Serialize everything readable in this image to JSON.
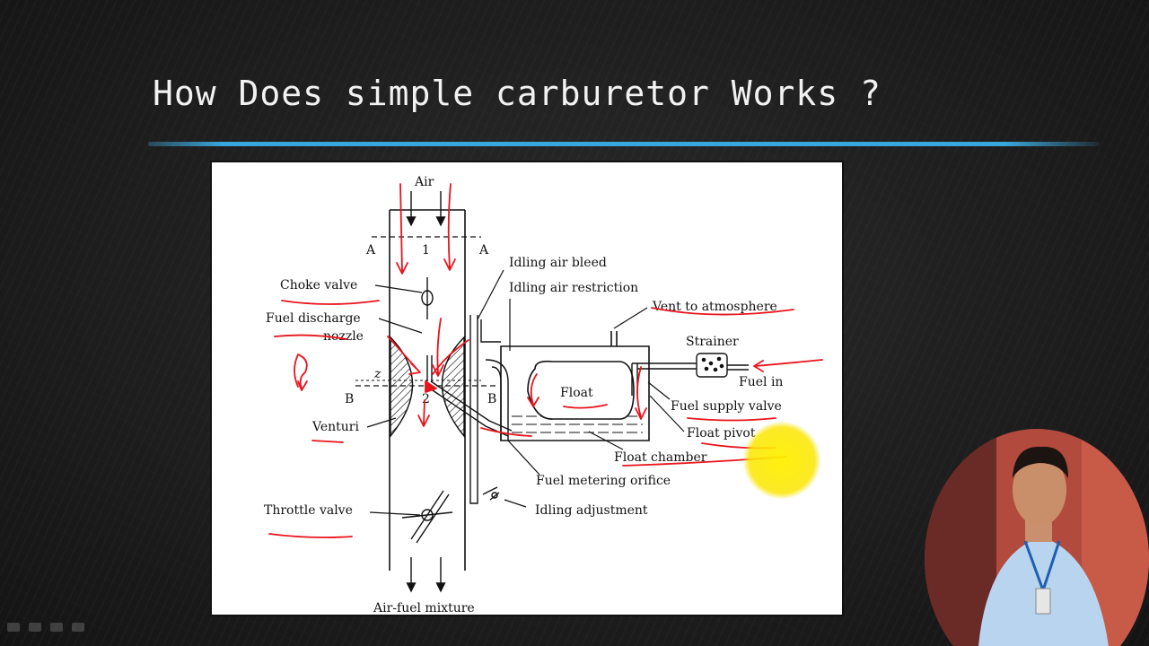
{
  "slide": {
    "title": "How Does simple carburetor Works ?"
  },
  "diagram": {
    "labels": {
      "air": "Air",
      "section_a_left": "A",
      "section_a_mid": "1",
      "section_a_right": "A",
      "choke_valve": "Choke valve",
      "fuel_discharge_1": "Fuel discharge",
      "fuel_discharge_2": "nozzle",
      "z": "z",
      "section_b_left": "B",
      "section_b_mid": "2",
      "section_b_right": "B",
      "venturi": "Venturi",
      "throttle_valve": "Throttle valve",
      "air_fuel_mixture": "Air-fuel mixture",
      "idling_air_bleed": "Idling air bleed",
      "idling_air_restriction": "Idling air restriction",
      "vent_to_atmosphere": "Vent to atmosphere",
      "strainer": "Strainer",
      "fuel_in": "Fuel in",
      "float": "Float",
      "fuel_supply_valve": "Fuel supply valve",
      "float_pivot": "Float pivot",
      "float_chamber": "Float chamber",
      "fuel_metering_orifice": "Fuel metering orifice",
      "idling_adjustment": "Idling adjustment"
    }
  },
  "colors": {
    "annotation_ink": "#e8141c",
    "title_rule": "#3aa7dc",
    "pointer": "#f5e400"
  }
}
